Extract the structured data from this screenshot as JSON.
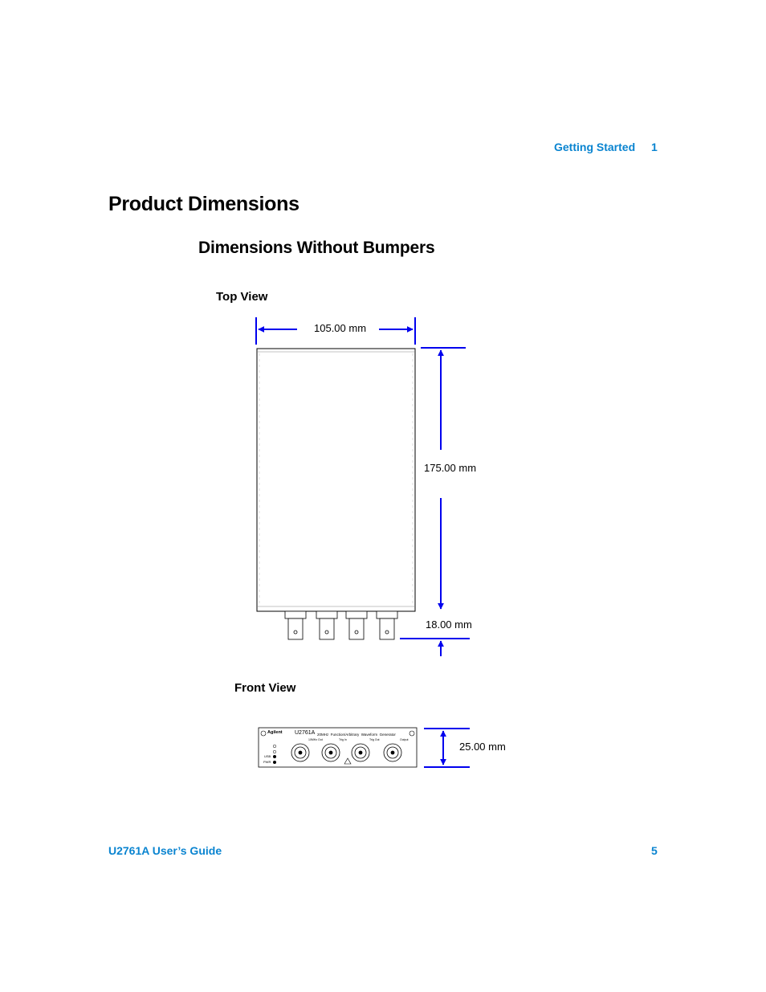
{
  "header": {
    "section": "Getting Started",
    "chapter": "1"
  },
  "title": "Product Dimensions",
  "subtitle": "Dimensions Without Bumpers",
  "top_view": {
    "caption": "Top View",
    "width_label": "105.00 mm",
    "length_label": "175.00 mm",
    "connector_label": "18.00 mm"
  },
  "front_view": {
    "caption": "Front View",
    "height_label": "25.00 mm",
    "panel": {
      "brand": "Agilent",
      "model": "U2761A",
      "description": "20MHz  Function/Arbitrary  Waveform  Generator",
      "usb": "USB",
      "pwr": "PWR",
      "ports": [
        "10MHz Out",
        "Trig In",
        "Trig Out",
        "Output"
      ]
    }
  },
  "footer": {
    "title": "U2761A User’s Guide",
    "page": "5"
  },
  "colors": {
    "accent": "#0a84d0",
    "dimension": "#0000ee"
  }
}
